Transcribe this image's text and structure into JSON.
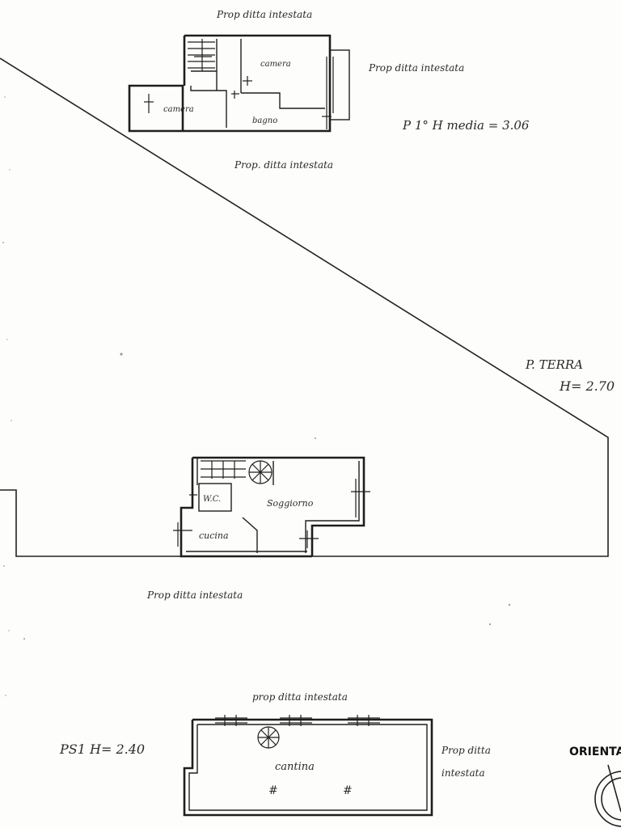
{
  "sheet": {
    "labels": {
      "neighbour_top_first": "Prop ditta intestata",
      "neighbour_right_first": "Prop ditta intestata",
      "neighbour_bottom_first": "Prop. ditta intestata",
      "first_floor_title": "P 1° H media = 3.06",
      "ground_floor_title": "P. TERRA",
      "ground_floor_height": "H= 2.70",
      "neighbour_bottom_ground": "Prop ditta intestata",
      "neighbour_top_basement": "prop ditta intestata",
      "neighbour_right_basement_1": "Prop ditta",
      "neighbour_right_basement_2": "intestata",
      "basement_title": "PS1 H= 2.40",
      "orientation_label": "ORIENTA"
    },
    "rooms": {
      "first_camera_1": "camera",
      "first_camera_2": "camera",
      "first_bagno": "bagno",
      "ground_wc": "W.C.",
      "ground_soggiorno": "Soggiorno",
      "ground_cucina": "cucina",
      "basement_cantina": "cantina"
    }
  }
}
